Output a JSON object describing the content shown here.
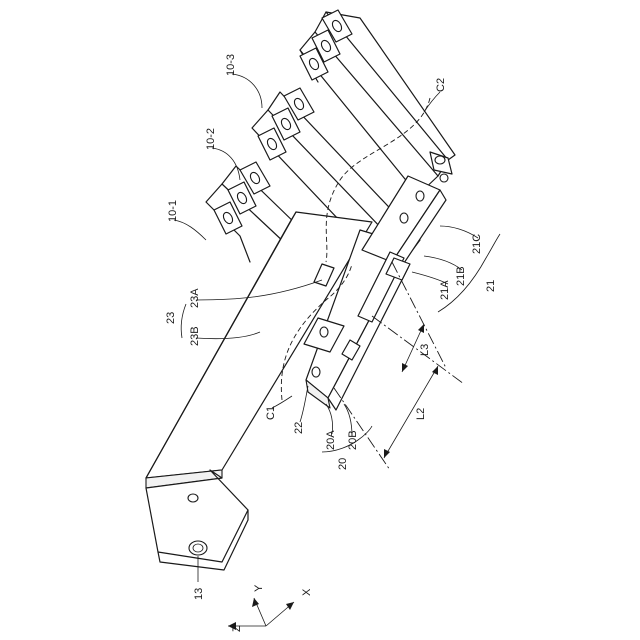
{
  "labels": {
    "l_10_1": "10-1",
    "l_10_2": "10-2",
    "l_10_3": "10-3",
    "l_c2": "C2",
    "l_c1": "C1",
    "l_23": "23",
    "l_23a": "23A",
    "l_23b": "23B",
    "l_22": "22",
    "l_20": "20",
    "l_20a": "20A",
    "l_20b": "20B",
    "l_21": "21",
    "l_21a": "21A",
    "l_21b": "21B",
    "l_21c": "21C",
    "l_l2": "L2",
    "l_l3": "L3",
    "l_13": "13",
    "axis_x": "X",
    "axis_y": "Y",
    "axis_z": "Z"
  }
}
